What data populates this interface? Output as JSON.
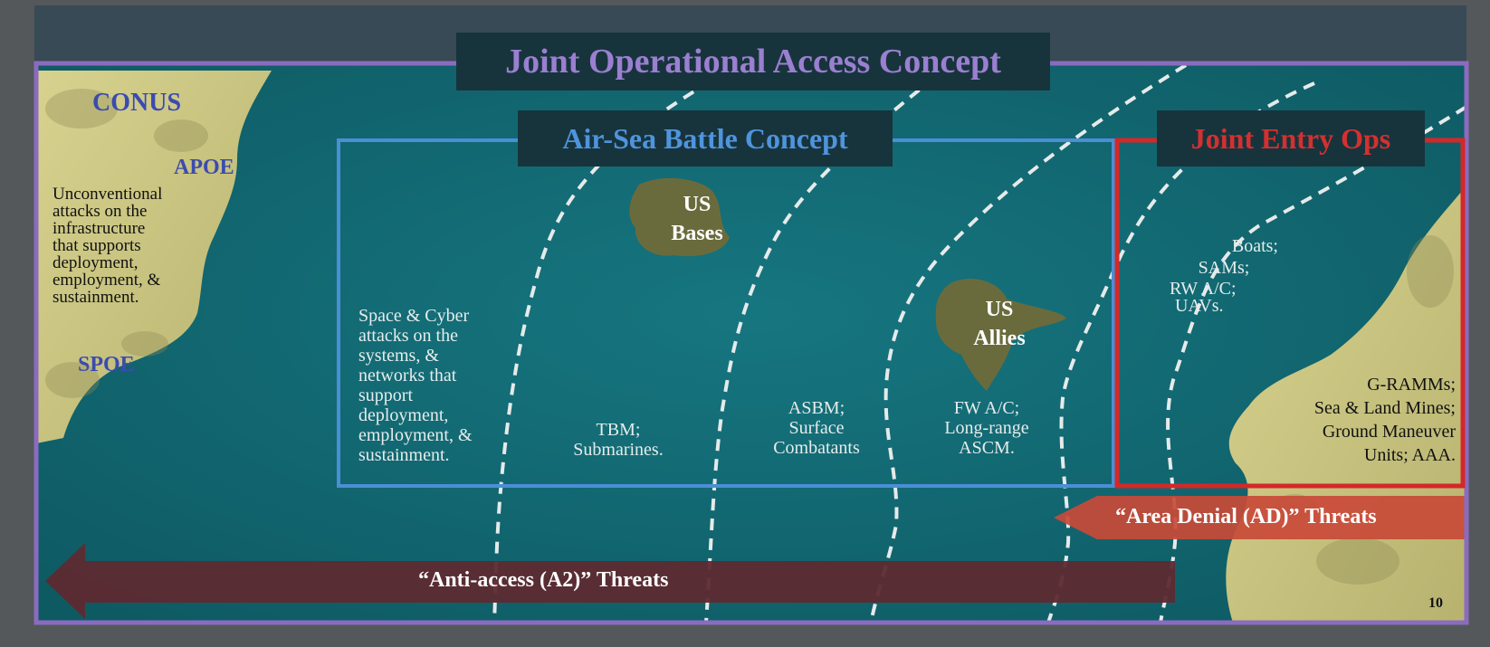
{
  "titles": {
    "joac": "Joint Operational Access Concept",
    "asb": "Air-Sea Battle Concept",
    "jeo": "Joint Entry Ops"
  },
  "land_left": {
    "conus": "CONUS",
    "apoe": "APOE",
    "spoe": "SPOE",
    "note": [
      "Unconventional",
      "attacks on the",
      "infrastructure",
      "that supports",
      "deployment,",
      "employment, &",
      "sustainment."
    ]
  },
  "islands": {
    "bases": [
      "US",
      "Bases"
    ],
    "allies": [
      "US",
      "Allies"
    ]
  },
  "threats": {
    "space_cyber": [
      "Space & Cyber",
      "attacks on the",
      "systems, &",
      "networks that",
      "support",
      "deployment,",
      "employment, &",
      "sustainment."
    ],
    "tbm": [
      "TBM;",
      "Submarines."
    ],
    "asbm": [
      "ASBM;",
      "Surface",
      "Combatants"
    ],
    "fw": [
      "FW A/C;",
      "Long-range",
      "ASCM."
    ],
    "boats": [
      "Boats;",
      "SAMs;",
      "RW A/C;",
      "UAVs."
    ],
    "ground": [
      "G-RAMMs;",
      "Sea & Land Mines;",
      "Ground Maneuver",
      "Units; AAA."
    ]
  },
  "arrows": {
    "a2": "“Anti-access (A2)” Threats",
    "ad": "“Area Denial (AD)” Threats"
  },
  "page_number": "10",
  "colors": {
    "sea": "#136a72",
    "land": "#c9c47f",
    "joac_border": "#8b6bbf",
    "asb_border": "#4a8fd6",
    "jeo_border": "#d42828",
    "a2_arrow": "#5e2a31",
    "ad_arrow": "#c94a38"
  }
}
